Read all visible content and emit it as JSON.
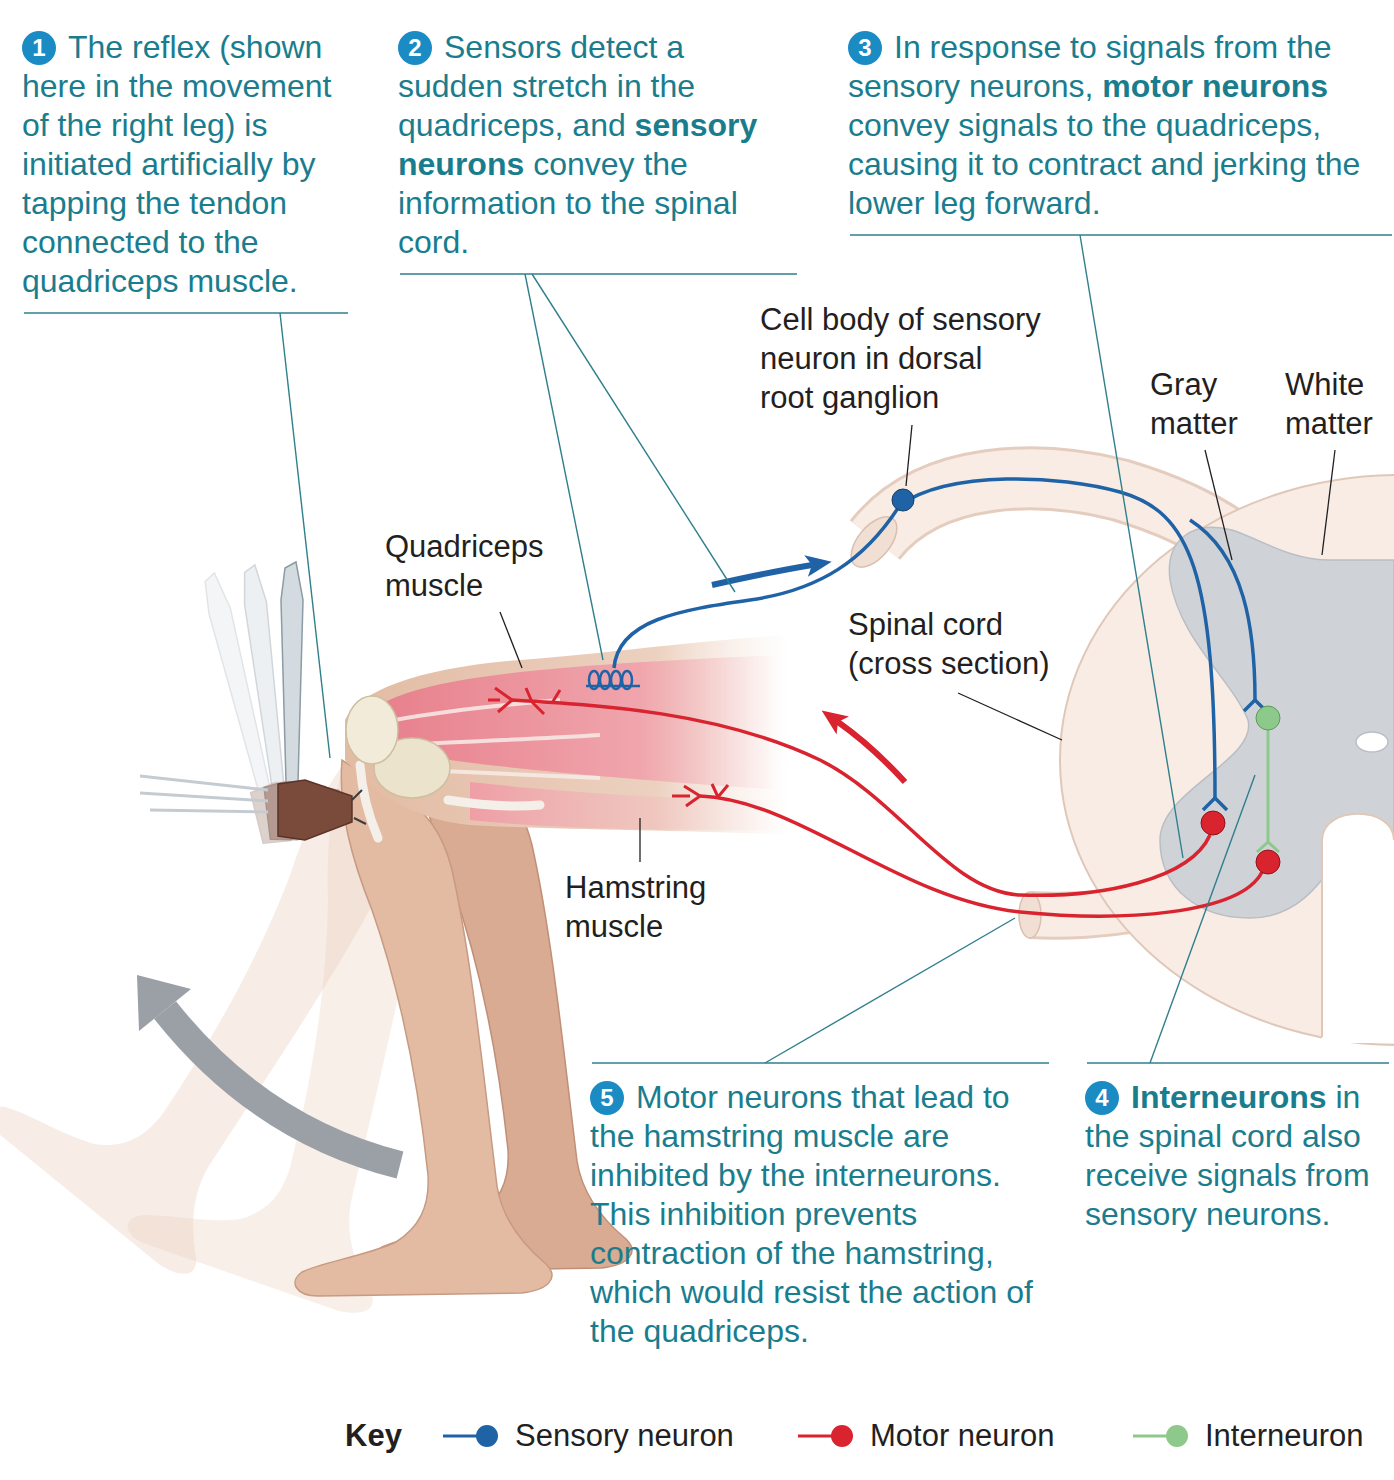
{
  "diagram": {
    "nodes": [
      {
        "text": [
          "1"
        ]
      },
      {
        "text": [
          "2"
        ]
      },
      {
        "text": [
          "3"
        ]
      },
      {
        "text": [
          "4"
        ]
      },
      {
        "text": [
          "5"
        ]
      }
    ],
    "labels": [
      "The reflex (shown here in the movement of the right leg) is initiated artificially by tapping the tendon connected to the quadriceps muscle.",
      "Sensors detect a sudden stretch in the quadriceps, and sensory neurons convey the information to the spinal cord.",
      "In response to signals from the sensory neurons, motor neurons convey signals to the quadriceps, causing it to contract and jerking the lower leg forward.",
      "Interneurons in the spinal cord also receive signals from sensory neurons.",
      "Motor neurons that lead to the hamstring muscle are inhibited by the interneurons. This inhibition prevents contraction of the hamstring, which would resist the action of the quadriceps.",
      "Cell body of sensory neuron in dorsal root ganglion",
      "Gray matter",
      "White matter",
      "Quadriceps muscle",
      "Spinal cord (cross section)",
      "Hamstring muscle",
      "Key"
    ],
    "legend": [
      {
        "text": "Sensory neuron",
        "color": "#1f63a6"
      },
      {
        "text": "Motor neuron",
        "color": "#d9232f"
      },
      {
        "text": "Interneuron",
        "color": "#8dc98a"
      }
    ]
  }
}
